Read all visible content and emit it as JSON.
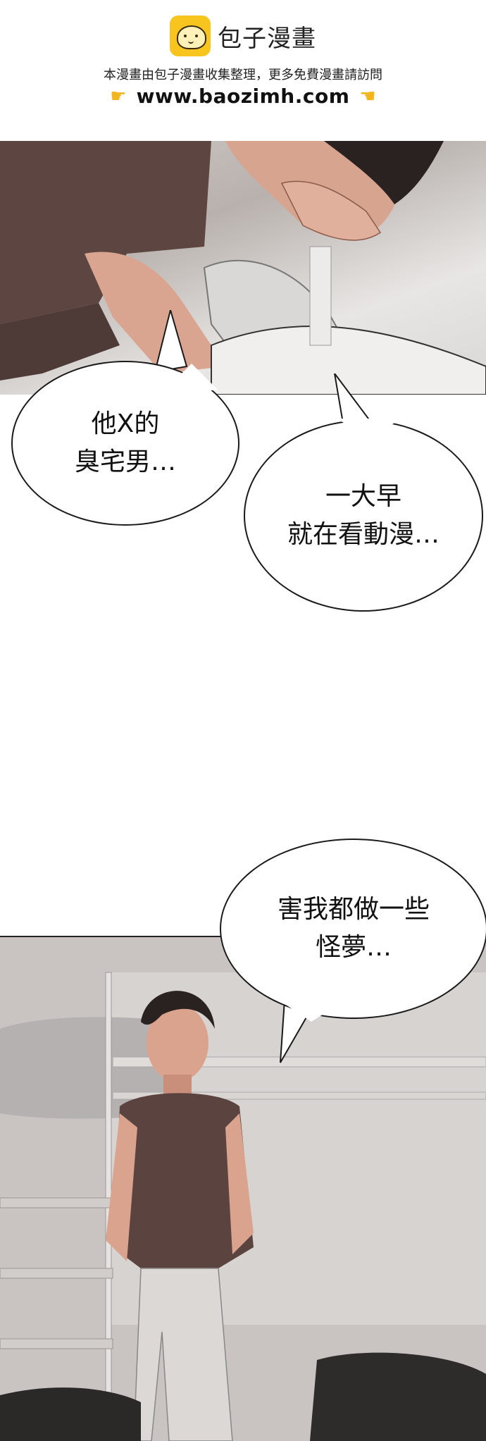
{
  "header": {
    "brand": "包子漫畫",
    "subtitle": "本漫畫由包子漫畫收集整理，更多免費漫畫請訪問",
    "url": "www.baozimh.com"
  },
  "bubbles": [
    {
      "line1": "他X的",
      "line2": "臭宅男…"
    },
    {
      "line1": "一大早",
      "line2": "就在看動漫…"
    },
    {
      "line1": "害我都做一些",
      "line2": "怪夢…"
    }
  ],
  "icons": {
    "logo": "bun-mascot-icon",
    "pointer_left": "pointing-hand-right-icon",
    "pointer_right": "pointing-hand-left-icon"
  },
  "colors": {
    "logo_bg": "#f7c51e",
    "hand": "#f2b51d"
  }
}
